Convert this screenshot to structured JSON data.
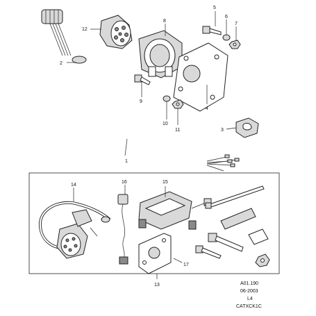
{
  "callouts": {
    "c1": "1",
    "c2": "2",
    "c3": "3",
    "c4": "4",
    "c5": "5",
    "c6": "6",
    "c7": "7",
    "c8": "8",
    "c9": "9",
    "c10": "10",
    "c11": "11",
    "c12": "12",
    "c13": "13",
    "c14": "14",
    "c15": "15",
    "c16": "16",
    "c17": "17"
  },
  "footer": {
    "ref": "A01.190",
    "date": "06-2003",
    "variant": "L4",
    "code": "CATXCK1C"
  }
}
